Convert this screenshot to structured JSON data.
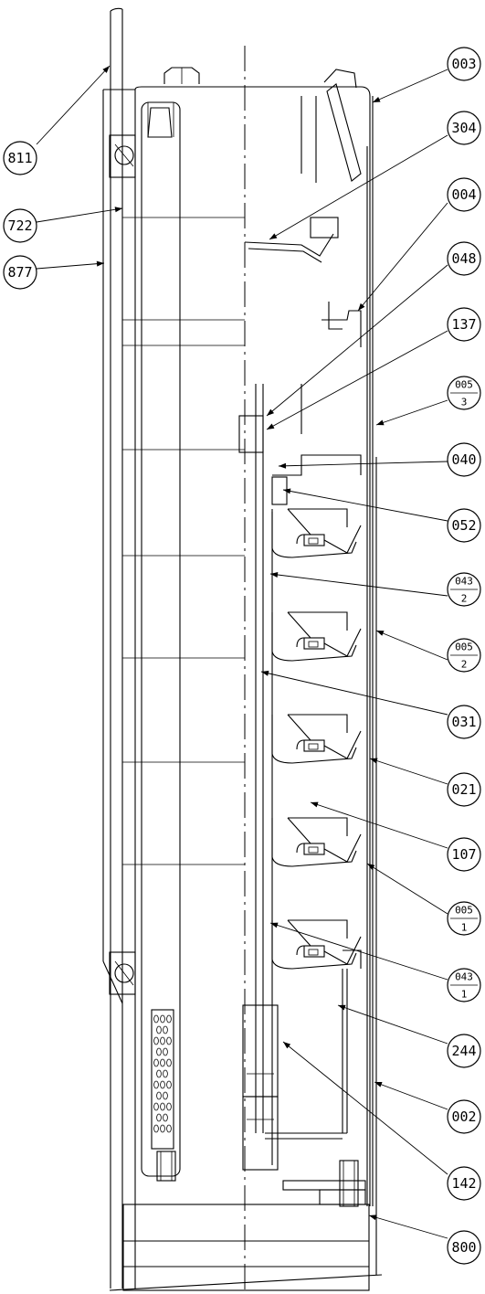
{
  "labels": {
    "l811": "811",
    "l722": "722",
    "l877": "877",
    "l003": "003",
    "l304": "304",
    "l004": "004",
    "l048": "048",
    "l137": "137",
    "l005_3_num": "005",
    "l005_3_den": "3",
    "l040": "040",
    "l052": "052",
    "l043_2_num": "043",
    "l043_2_den": "2",
    "l005_2_num": "005",
    "l005_2_den": "2",
    "l031": "031",
    "l021": "021",
    "l107": "107",
    "l005_1_num": "005",
    "l005_1_den": "1",
    "l043_1_num": "043",
    "l043_1_den": "1",
    "l244": "244",
    "l002": "002",
    "l142": "142",
    "l800": "800"
  }
}
